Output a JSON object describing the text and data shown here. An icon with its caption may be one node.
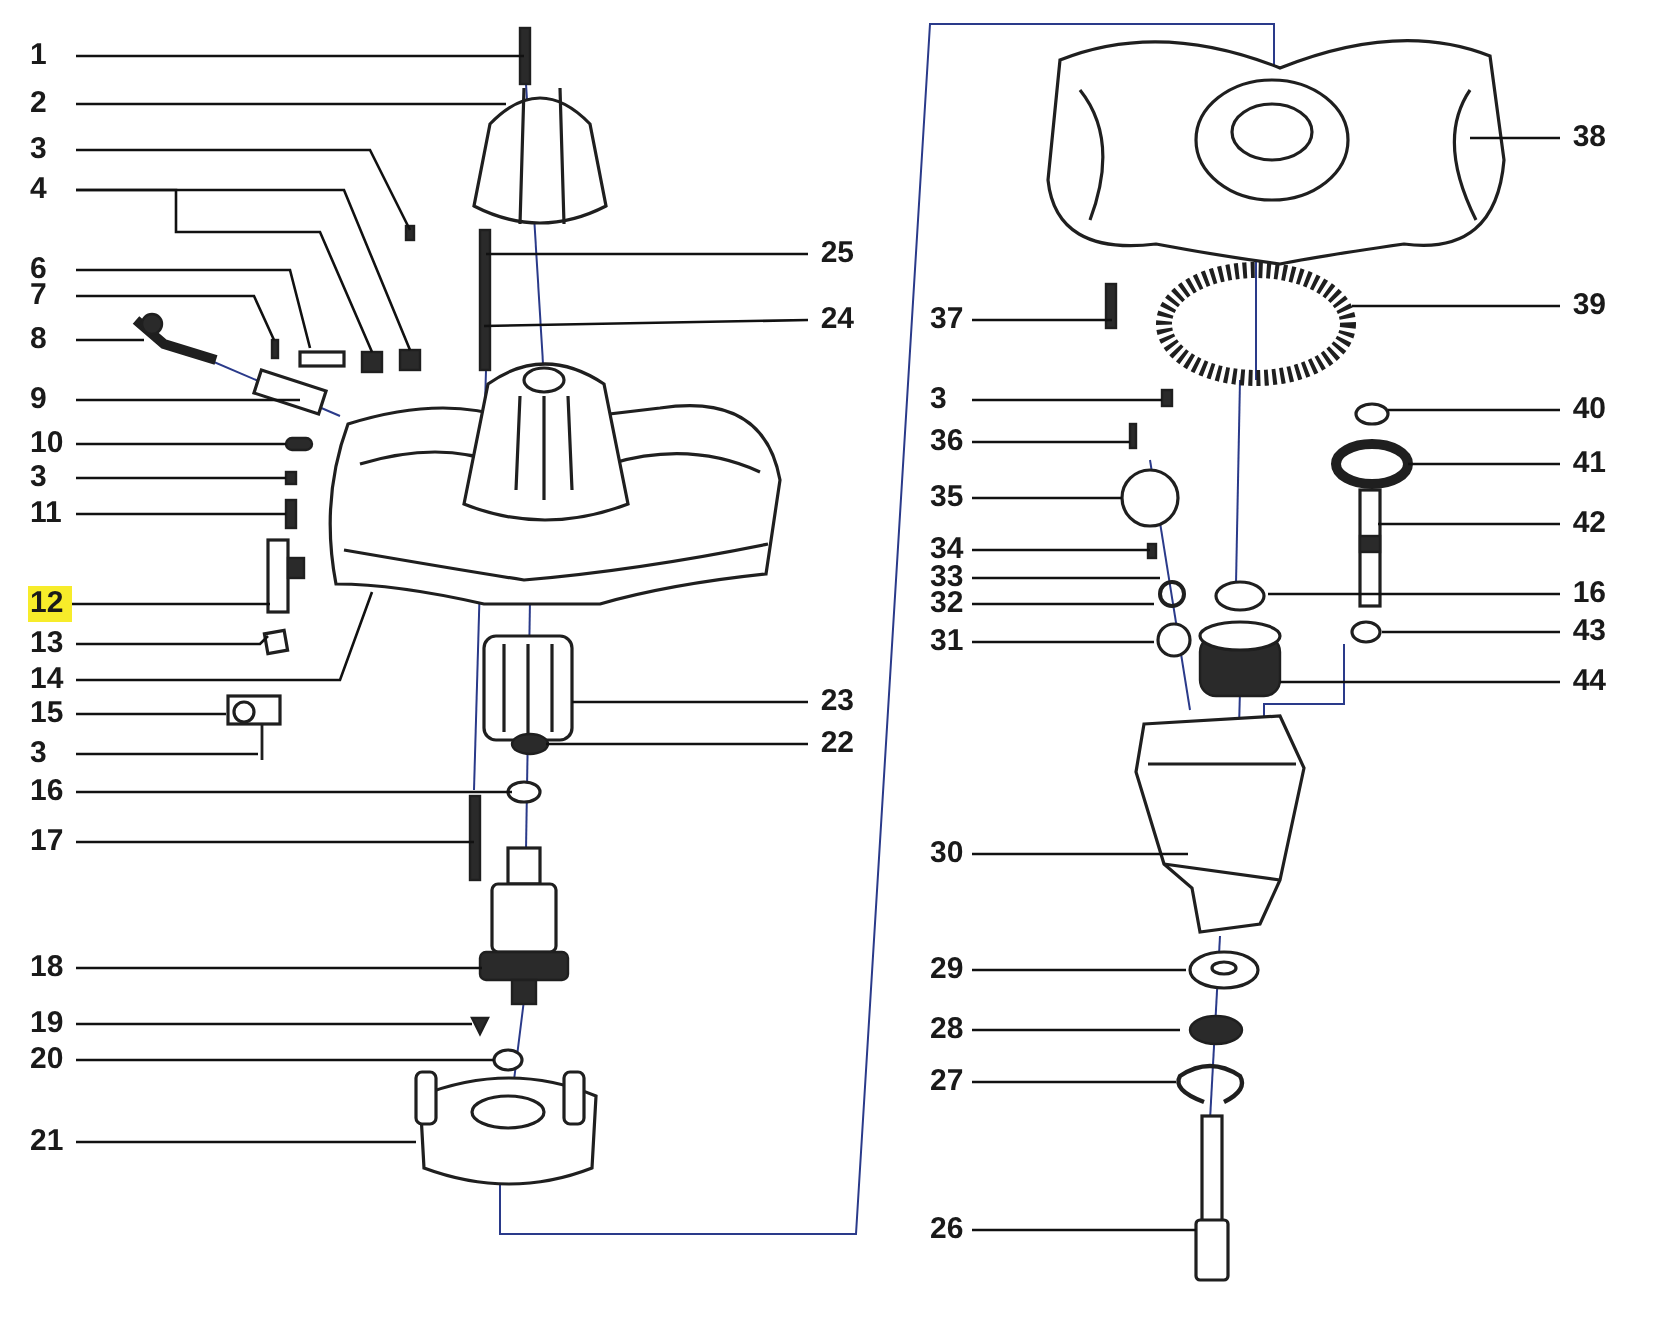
{
  "diagram": {
    "nodes": [
      {
        "text": [
          "1"
        ]
      },
      {
        "text": [
          "2"
        ]
      },
      {
        "text": [
          "3"
        ]
      },
      {
        "text": [
          "4"
        ]
      },
      {
        "text": [
          "6"
        ]
      },
      {
        "text": [
          "7"
        ]
      },
      {
        "text": [
          "8"
        ]
      },
      {
        "text": [
          "9"
        ]
      },
      {
        "text": [
          "10"
        ]
      },
      {
        "text": [
          "3"
        ]
      },
      {
        "text": [
          "11"
        ]
      },
      {
        "text": [
          "12"
        ]
      },
      {
        "text": [
          "13"
        ]
      },
      {
        "text": [
          "14"
        ]
      },
      {
        "text": [
          "15"
        ]
      },
      {
        "text": [
          "3"
        ]
      },
      {
        "text": [
          "16"
        ]
      },
      {
        "text": [
          "17"
        ]
      },
      {
        "text": [
          "18"
        ]
      },
      {
        "text": [
          "19"
        ]
      },
      {
        "text": [
          "20"
        ]
      },
      {
        "text": [
          "21"
        ]
      },
      {
        "text": [
          "25"
        ]
      },
      {
        "text": [
          "24"
        ]
      },
      {
        "text": [
          "23"
        ]
      },
      {
        "text": [
          "22"
        ]
      },
      {
        "text": [
          "37"
        ]
      },
      {
        "text": [
          "3"
        ]
      },
      {
        "text": [
          "36"
        ]
      },
      {
        "text": [
          "35"
        ]
      },
      {
        "text": [
          "34"
        ]
      },
      {
        "text": [
          "33"
        ]
      },
      {
        "text": [
          "32"
        ]
      },
      {
        "text": [
          "31"
        ]
      },
      {
        "text": [
          "30"
        ]
      },
      {
        "text": [
          "29"
        ]
      },
      {
        "text": [
          "28"
        ]
      },
      {
        "text": [
          "27"
        ]
      },
      {
        "text": [
          "26"
        ]
      },
      {
        "text": [
          "38"
        ]
      },
      {
        "text": [
          "39"
        ]
      },
      {
        "text": [
          "40"
        ]
      },
      {
        "text": [
          "41"
        ]
      },
      {
        "text": [
          "42"
        ]
      },
      {
        "text": [
          "16"
        ]
      },
      {
        "text": [
          "43"
        ]
      },
      {
        "text": [
          "44"
        ]
      }
    ],
    "edges": [
      {
        "from": 0,
        "to": null,
        "arrow": "none"
      },
      {
        "from": 1,
        "to": null,
        "arrow": "none"
      },
      {
        "from": 2,
        "to": null,
        "arrow": "none"
      },
      {
        "from": 3,
        "to": null,
        "arrow": "none"
      },
      {
        "from": 3,
        "to": null,
        "arrow": "none"
      },
      {
        "from": 4,
        "to": null,
        "arrow": "none"
      },
      {
        "from": 5,
        "to": null,
        "arrow": "none"
      },
      {
        "from": 6,
        "to": null,
        "arrow": "none"
      },
      {
        "from": 7,
        "to": null,
        "arrow": "none"
      },
      {
        "from": 8,
        "to": null,
        "arrow": "none"
      },
      {
        "from": 9,
        "to": null,
        "arrow": "none"
      },
      {
        "from": 10,
        "to": null,
        "arrow": "none"
      },
      {
        "from": 11,
        "to": null,
        "arrow": "none"
      },
      {
        "from": 12,
        "to": null,
        "arrow": "none"
      },
      {
        "from": 13,
        "to": null,
        "arrow": "none"
      },
      {
        "from": 14,
        "to": null,
        "arrow": "none"
      },
      {
        "from": 15,
        "to": null,
        "arrow": "none"
      },
      {
        "from": 16,
        "to": null,
        "arrow": "none"
      },
      {
        "from": 17,
        "to": null,
        "arrow": "none"
      },
      {
        "from": 18,
        "to": null,
        "arrow": "none"
      },
      {
        "from": 19,
        "to": null,
        "arrow": "none"
      },
      {
        "from": 20,
        "to": null,
        "arrow": "none"
      },
      {
        "from": 21,
        "to": null,
        "arrow": "none"
      },
      {
        "from": 22,
        "to": null,
        "arrow": "none"
      },
      {
        "from": 23,
        "to": null,
        "arrow": "none"
      },
      {
        "from": 24,
        "to": null,
        "arrow": "none"
      },
      {
        "from": 25,
        "to": null,
        "arrow": "none"
      },
      {
        "from": 26,
        "to": null,
        "arrow": "none"
      },
      {
        "from": 27,
        "to": null,
        "arrow": "none"
      },
      {
        "from": 28,
        "to": null,
        "arrow": "none"
      },
      {
        "from": 29,
        "to": null,
        "arrow": "none"
      },
      {
        "from": 30,
        "to": null,
        "arrow": "none"
      },
      {
        "from": 31,
        "to": null,
        "arrow": "none"
      },
      {
        "from": 32,
        "to": null,
        "arrow": "none"
      },
      {
        "from": 33,
        "to": null,
        "arrow": "none"
      },
      {
        "from": 34,
        "to": null,
        "arrow": "none"
      },
      {
        "from": 35,
        "to": null,
        "arrow": "none"
      },
      {
        "from": 36,
        "to": null,
        "arrow": "none"
      },
      {
        "from": 37,
        "to": null,
        "arrow": "none"
      },
      {
        "from": 38,
        "to": null,
        "arrow": "none"
      },
      {
        "from": 39,
        "to": null,
        "arrow": "none"
      },
      {
        "from": 40,
        "to": null,
        "arrow": "none"
      },
      {
        "from": 41,
        "to": null,
        "arrow": "none"
      },
      {
        "from": 42,
        "to": null,
        "arrow": "none"
      },
      {
        "from": 43,
        "to": null,
        "arrow": "none"
      },
      {
        "from": 44,
        "to": null,
        "arrow": "none"
      },
      {
        "from": 45,
        "to": null,
        "arrow": "none"
      },
      {
        "from": 46,
        "to": null,
        "arrow": "none"
      }
    ]
  }
}
